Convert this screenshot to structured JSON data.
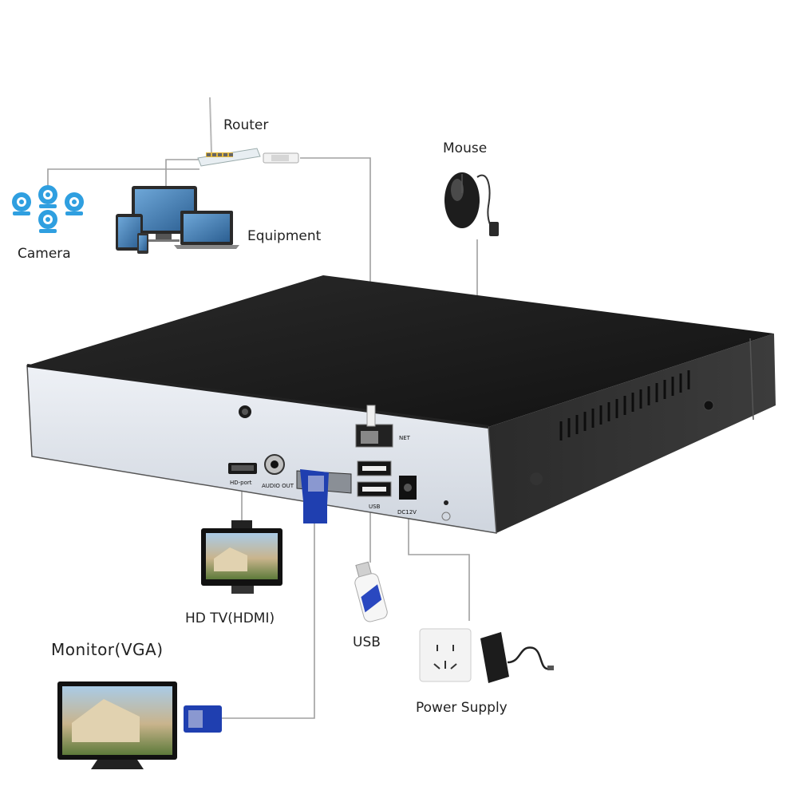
{
  "labels": {
    "router": "Router",
    "mouse": "Mouse",
    "camera": "Camera",
    "equipment": "Equipment",
    "hd_tv": "HD TV(HDMI)",
    "monitor": "Monitor(VGA)",
    "usb": "USB",
    "power_supply": "Power Supply"
  },
  "port_labels": {
    "hdmi": "HD-port",
    "audio_out": "AUDIO OUT",
    "usb": "USB",
    "net": "NET",
    "dc12v": "DC12V"
  },
  "colors": {
    "camera_blue": "#2f9fe0",
    "vga_blue": "#1f3fb0",
    "device_body": "#1e1e1e",
    "rear_panel": "#dfe3ea",
    "connector_line": "#9a9a9a"
  }
}
